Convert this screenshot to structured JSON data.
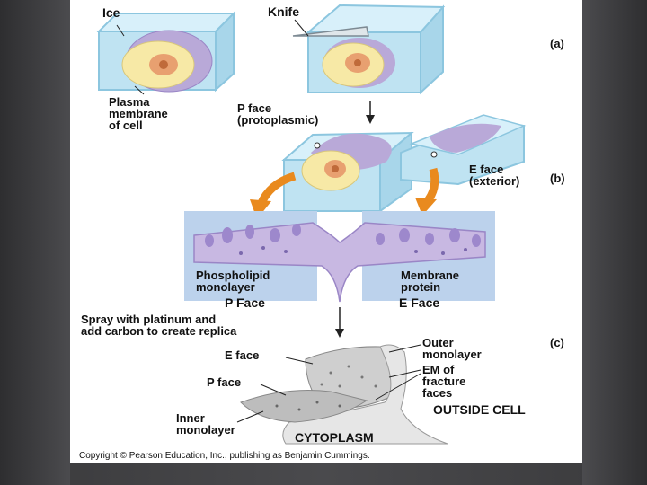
{
  "labels": {
    "ice": "Ice",
    "knife": "Knife",
    "plasma_line1": "Plasma",
    "plasma_line2": "membrane",
    "plasma_line3": "of cell",
    "pface_line1": "P face",
    "pface_line2": "(protoplasmic)",
    "eface_line1": "E face",
    "eface_line2": "(exterior)",
    "panel_a": "(a)",
    "panel_b": "(b)",
    "panel_c": "(c)",
    "phospholipid_line1": "Phospholipid",
    "phospholipid_line2": "monolayer",
    "membrane_protein_line1": "Membrane",
    "membrane_protein_line2": "protein",
    "p_face_bottom": "P Face",
    "e_face_bottom": "E Face",
    "spray_line1": "Spray with platinum and",
    "spray_line2": "add carbon to create replica",
    "outer_line1": "Outer",
    "outer_line2": "monolayer",
    "em_line1": "EM of",
    "em_line2": "fracture",
    "em_line3": "faces",
    "outside_cell": "OUTSIDE CELL",
    "c_e_face": "E  face",
    "c_p_face": "P face",
    "inner_line1": "Inner",
    "inner_line2": "monolayer",
    "cytoplasm": "CYTOPLASM",
    "copyright": "Copyright © Pearson Education, Inc., publishing as Benjamin Cummings."
  },
  "colors": {
    "ice": "#bfe3f2",
    "ice_edge": "#8cc6df",
    "membrane": "#b9a9d8",
    "nucleus": "#e8a070",
    "cytoplasm_cell": "#f7e9a6",
    "arrow": "#e98a1e",
    "panel_bg": "#bcd2ec",
    "replica": "#cfcfcf"
  }
}
